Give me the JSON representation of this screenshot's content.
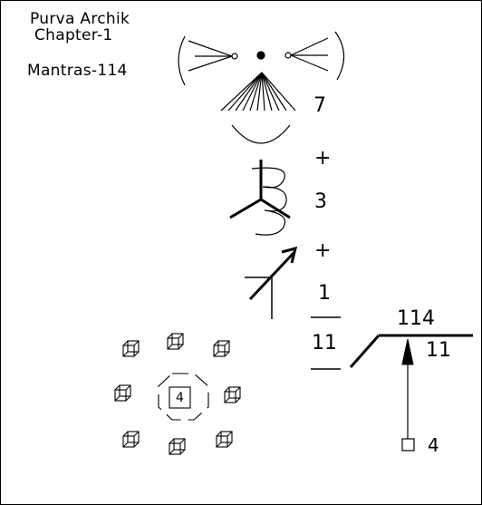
{
  "title": {
    "line1": "Purva Archik",
    "line2": "Chapter-1",
    "line3": "Mantras-114"
  },
  "equation": {
    "term1": "7",
    "plus1": "+",
    "term2": "3",
    "plus2": "+",
    "term3": "1",
    "denominator": "11"
  },
  "result": {
    "numerator": "114",
    "divisor": "11",
    "remainder": "4"
  },
  "cube_group": {
    "center_label": "4"
  }
}
